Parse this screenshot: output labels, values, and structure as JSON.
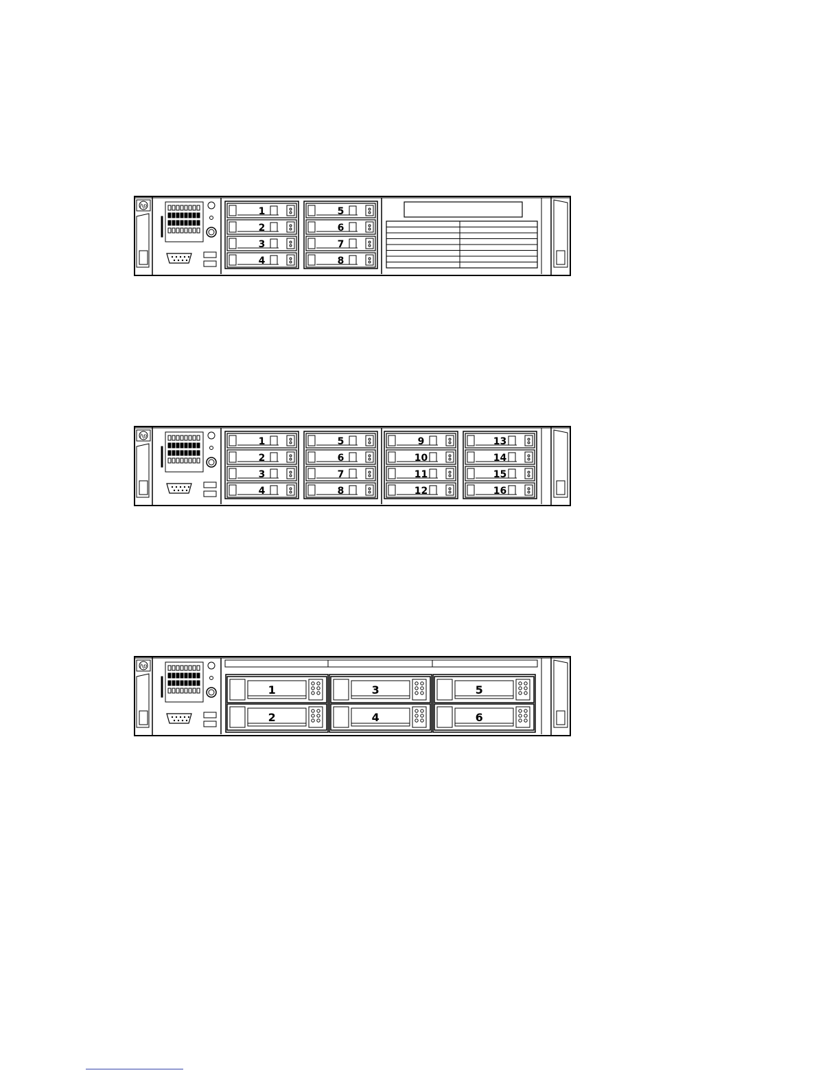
{
  "servers": [
    {
      "id": "server-8sff",
      "layout": "sff-8",
      "bays": [
        "1",
        "2",
        "3",
        "4",
        "5",
        "6",
        "7",
        "8"
      ]
    },
    {
      "id": "server-16sff",
      "layout": "sff-16",
      "bays": [
        "1",
        "2",
        "3",
        "4",
        "5",
        "6",
        "7",
        "8",
        "9",
        "10",
        "11",
        "12",
        "13",
        "14",
        "15",
        "16"
      ]
    },
    {
      "id": "server-6lff",
      "layout": "lff-6",
      "bays": [
        "1",
        "2",
        "3",
        "4",
        "5",
        "6"
      ]
    }
  ],
  "logo": "hp",
  "colors": {
    "line": "#000000",
    "background": "#ffffff",
    "footer_rule": "#3344aa"
  }
}
